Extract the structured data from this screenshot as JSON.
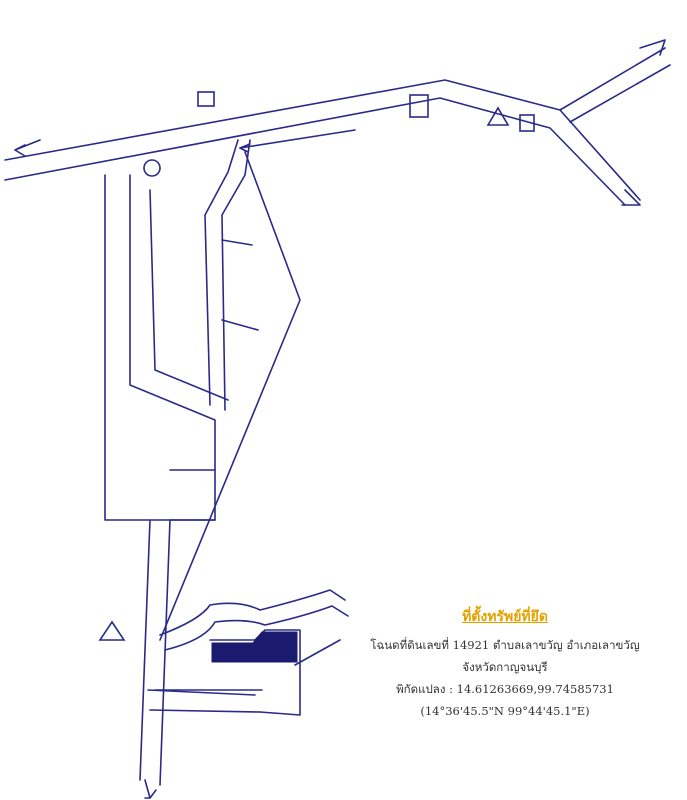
{
  "map": {
    "labels": {
      "to_ban_nong_hoen": "",
      "to_ban_nam_tu": "",
      "to_top_right": "",
      "to_lower_right": "",
      "pump_top": "",
      "pump_left": "",
      "agri_coop": "",
      "police": "",
      "temple_right": "",
      "school": "",
      "intersection": "",
      "temple_left": "",
      "road_main": "",
      "road_right": "",
      "canal": "",
      "dist_top": "",
      "dist_diagonal": "",
      "dist_bottom": ""
    }
  },
  "info": {
    "title": "ที่ตั้งทรัพย์ที่ยึด",
    "deed": "โฉนดที่ดินเลขที่ 14921 ตำบลเลาขวัญ อำเภอเลาขวัญ",
    "province": "จังหวัดกาญจนบุรี",
    "coords": "พิกัดแปลง : 14.61263669,99.74585731",
    "dms": "(14°36'45.5\"N 99°44'45.1\"E)"
  },
  "colors": {
    "ink": "#2a2a8a",
    "plot_fill": "#1a1a6e",
    "title": "#e3a200"
  },
  "icons": [
    "temple-icon",
    "gas-pump-icon",
    "building-icon",
    "arrow-icon"
  ]
}
